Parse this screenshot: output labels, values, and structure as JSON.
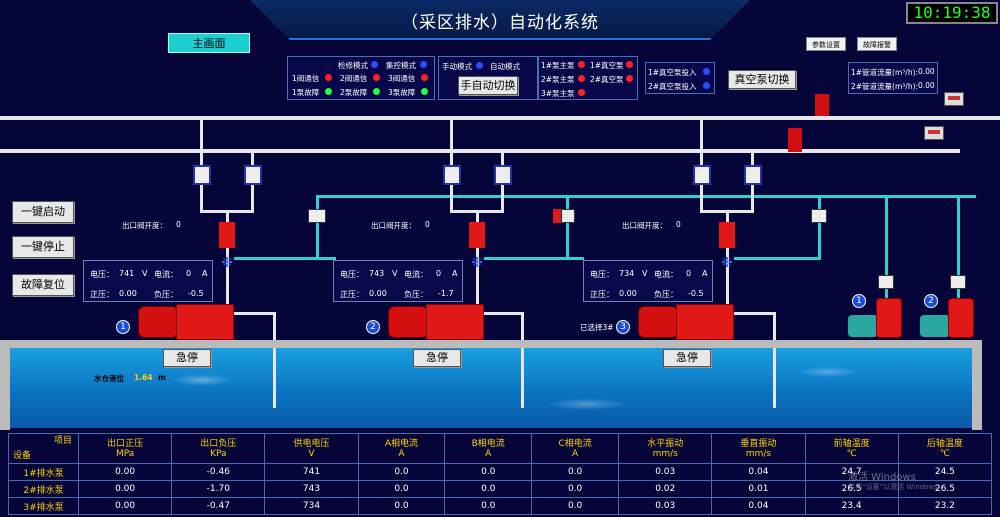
{
  "header": {
    "title": "（采区排水）自动化系统",
    "clock": "10:19:38",
    "main_tab": "主画面",
    "param_btn": "参数设置",
    "fault_btn": "故障报警"
  },
  "status_panel": {
    "col1": [
      "检修模式",
      "1阀通信",
      "1泵故障"
    ],
    "col2": [
      "",
      "2阀通信",
      "2泵故障"
    ],
    "col3": [
      "集控模式",
      "3阀通信",
      "3泵故障"
    ],
    "manual_mode": "手动模式",
    "auto_mode": "自动模式",
    "switch_btn": "手自动切换",
    "main_pumps": [
      "1#泵主泵",
      "2#泵主泵",
      "3#泵主泵"
    ],
    "vacuum_pumps": [
      "1#真空泵",
      "2#真空泵"
    ],
    "vacuum_in": [
      "1#真空泵投入",
      "2#真空泵投入"
    ],
    "vacuum_switch_btn": "真空泵切换"
  },
  "flow": {
    "line1_label": "1#管道流量(m³/h):",
    "line1_value": "0.00",
    "line2_label": "2#管道流量(m³/h):",
    "line2_value": "0.00"
  },
  "controls": {
    "start_all": "一键启动",
    "stop_all": "一键停止",
    "reset": "故障复位"
  },
  "pumps": [
    {
      "num": "1",
      "valve_label": "出口阀开度：",
      "valve_value": "0",
      "voltage_label": "电压：",
      "voltage": "741",
      "v_unit": "V",
      "current_label": "电流：",
      "current": "0",
      "a_unit": "A",
      "pos_label": "正压：",
      "pos": "0.00",
      "neg_label": "负压：",
      "neg": "-0.5",
      "estop": "急停",
      "selected": ""
    },
    {
      "num": "2",
      "valve_label": "出口阀开度：",
      "valve_value": "0",
      "voltage_label": "电压：",
      "voltage": "743",
      "v_unit": "V",
      "current_label": "电流：",
      "current": "0",
      "a_unit": "A",
      "pos_label": "正压：",
      "pos": "0.00",
      "neg_label": "负压：",
      "neg": "-1.7",
      "estop": "急停",
      "selected": ""
    },
    {
      "num": "3",
      "valve_label": "出口阀开度：",
      "valve_value": "0",
      "voltage_label": "电压：",
      "voltage": "734",
      "v_unit": "V",
      "current_label": "电流：",
      "current": "0",
      "a_unit": "A",
      "pos_label": "正压：",
      "pos": "0.00",
      "neg_label": "负压：",
      "neg": "-0.5",
      "estop": "急停",
      "selected": "已选择3#"
    }
  ],
  "vacuum": {
    "n1": "1",
    "n2": "2"
  },
  "water_level": {
    "label": "水仓液位",
    "value": "1.64",
    "unit": "m"
  },
  "table": {
    "corner_top": "项目",
    "corner_bottom": "设备",
    "headers": [
      {
        "name": "出口正压",
        "unit": "MPa"
      },
      {
        "name": "出口负压",
        "unit": "KPa"
      },
      {
        "name": "供电电压",
        "unit": "V"
      },
      {
        "name": "A相电流",
        "unit": "A"
      },
      {
        "name": "B相电流",
        "unit": "A"
      },
      {
        "name": "C相电流",
        "unit": "A"
      },
      {
        "name": "水平振动",
        "unit": "mm/s"
      },
      {
        "name": "垂直振动",
        "unit": "mm/s"
      },
      {
        "name": "前轴温度",
        "unit": "℃"
      },
      {
        "name": "后轴温度",
        "unit": "℃"
      }
    ],
    "rows": [
      {
        "name": "1#排水泵",
        "cells": [
          "0.00",
          "-0.46",
          "741",
          "0.0",
          "0.0",
          "0.0",
          "0.03",
          "0.04",
          "24.7",
          "24.5"
        ]
      },
      {
        "name": "2#排水泵",
        "cells": [
          "0.00",
          "-1.70",
          "743",
          "0.0",
          "0.0",
          "0.0",
          "0.02",
          "0.01",
          "26.5",
          "26.5"
        ]
      },
      {
        "name": "3#排水泵",
        "cells": [
          "0.00",
          "-0.47",
          "734",
          "0.0",
          "0.0",
          "0.0",
          "0.03",
          "0.04",
          "23.4",
          "23.2"
        ]
      }
    ]
  },
  "watermark": "激活 Windows",
  "watermark_sub": "转到“设置”以激活 Windows。",
  "colors": {
    "cyan": "#2fd0d0",
    "red": "#e01818",
    "yellow": "#ffd000",
    "bg": "#05053a"
  }
}
